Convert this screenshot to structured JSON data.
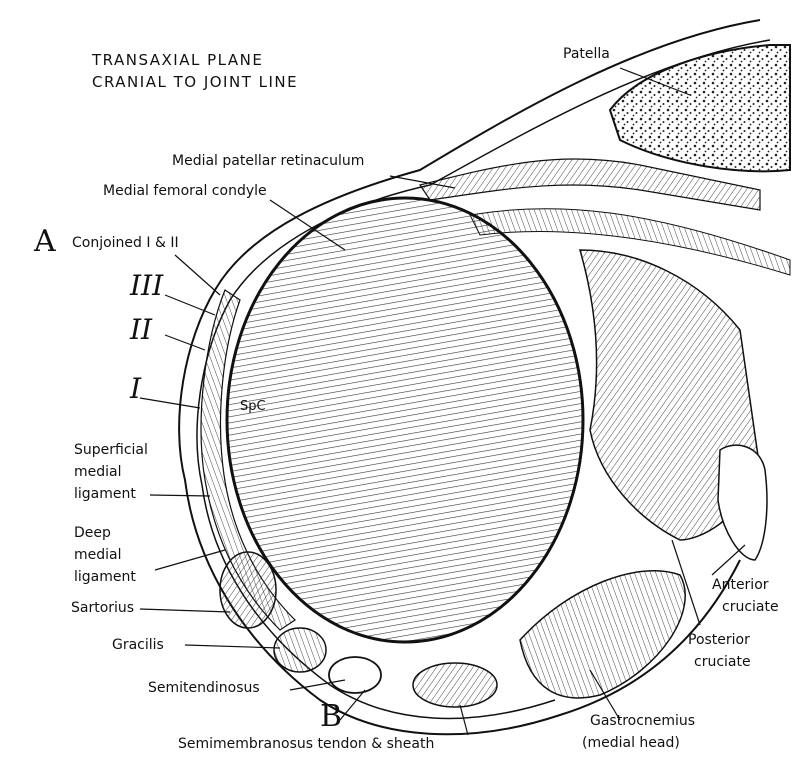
{
  "title": {
    "line1": "TRANSAXIAL PLANE",
    "line2": "CRANIAL TO JOINT LINE"
  },
  "labels": {
    "patella": "Patella",
    "medial_patellar_retinaculum": "Medial patellar retinaculum",
    "medial_femoral_condyle": "Medial femoral condyle",
    "marker_a": "A",
    "conjoined": "Conjoined I & II",
    "layer_iii": "III",
    "layer_ii": "II",
    "layer_i": "I",
    "superficial_medial_ligament": [
      "Superficial",
      "medial",
      "ligament"
    ],
    "deep_medial_ligament": [
      "Deep",
      "medial",
      "ligament"
    ],
    "sartorius": "Sartorius",
    "gracilis": "Gracilis",
    "semitendinosus": "Semitendinosus",
    "marker_b": "B",
    "semimembranosus": "Semimembranosus tendon & sheath",
    "gastrocnemius": [
      "Gastrocnemius",
      "(medial head)"
    ],
    "anterior_cruciate": [
      "Anterior",
      "cruciate"
    ],
    "posterior_cruciate": [
      "Posterior",
      "cruciate"
    ],
    "sp_c": "SpC"
  },
  "colors": {
    "ink": "#111111",
    "paper": "#ffffff",
    "hatch": "#3a3a3a",
    "ghost_text": "#d6d6d6"
  }
}
